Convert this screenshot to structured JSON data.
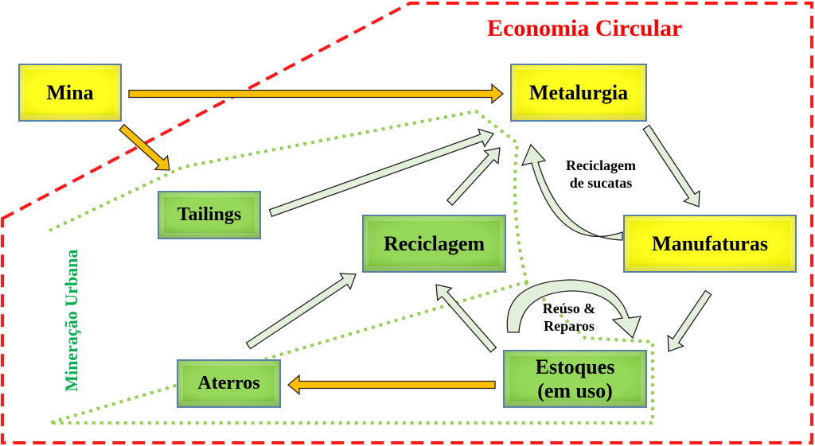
{
  "title": "Economia Circular",
  "zone_label": "Mineração Urbana",
  "nodes": {
    "mina": "Mina",
    "metalurgia": "Metalurgia",
    "tailings": "Tailings",
    "reciclagem": "Reciclagem",
    "manufaturas": "Manufaturas",
    "aterros": "Aterros",
    "estoques_line1": "Estoques",
    "estoques_line2": "(em uso)"
  },
  "annotations": {
    "reciclagem_sucatas_line1": "Reciclagem",
    "reciclagem_sucatas_line2": "de sucatas",
    "reuso_line1": "Reúso &",
    "reuso_line2": "Reparos"
  },
  "colors": {
    "circular_border": "#ff1a1a",
    "urban_border": "#92d050",
    "yellow_box": "#ffff00",
    "green_box": "#92d050",
    "orange_arrow": "#ffc000",
    "pale_arrow": "#e2efda",
    "title": "#ff0000",
    "zone_label": "#00b050"
  }
}
